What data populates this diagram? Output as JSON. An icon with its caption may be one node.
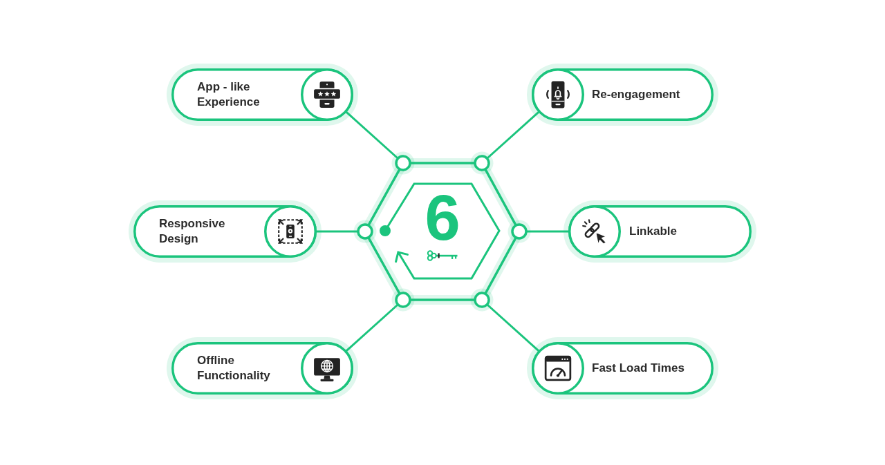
{
  "diagram": {
    "nodes": [
      {
        "text": [],
        "shape": "hexagon"
      },
      {
        "text": [
          "6"
        ],
        "in": 0
      },
      {
        "text": [
          "App - like Experience"
        ]
      },
      {
        "text": [
          "Re-engagement"
        ]
      },
      {
        "text": [
          "Responsive Design"
        ]
      },
      {
        "text": [
          "Linkable"
        ]
      },
      {
        "text": [
          "Offline Functionality"
        ]
      },
      {
        "text": [
          "Fast Load Times"
        ]
      }
    ],
    "edges": [
      {
        "from": 2,
        "to": 0,
        "arrow": "other"
      },
      {
        "from": 3,
        "to": 0,
        "arrow": "other"
      },
      {
        "from": 4,
        "to": 0,
        "arrow": "other"
      },
      {
        "from": 5,
        "to": 0,
        "arrow": "other"
      },
      {
        "from": 6,
        "to": 0,
        "arrow": "other"
      },
      {
        "from": 7,
        "to": 0,
        "arrow": "other"
      }
    ]
  }
}
